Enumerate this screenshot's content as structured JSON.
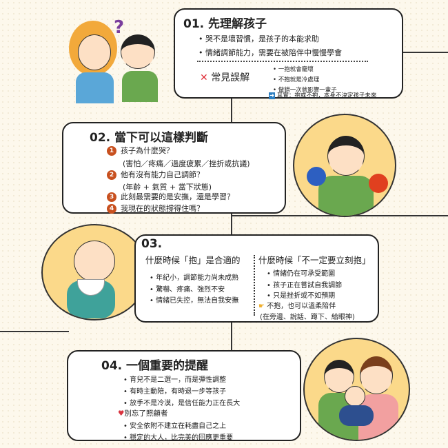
{
  "s1": {
    "title": "01. 先理解孩子",
    "points": [
      "哭不是壞習慣，是孩子的本能求助",
      "情緒調節能力，需要在被陪伴中慢慢學會"
    ],
    "myth_label": "常見誤解",
    "myths": [
      "一抱就會寵壞",
      "不抱就是冷處理",
      "做錯一次就影響一輩子"
    ],
    "truth": "其實：抱或不抱，本身不決定孩子未來"
  },
  "s2": {
    "title": "02. 當下可以這樣判斷",
    "items": [
      {
        "n": "1",
        "q": "孩子為什麼哭？",
        "sub": "(害怕／疼痛／過度疲累／挫折或抗議)"
      },
      {
        "n": "2",
        "q": "他有沒有能力自己調節？",
        "sub": "(年齡 + 氣質 + 當下狀態)"
      },
      {
        "n": "3",
        "q": "此刻最需要的是安撫，還是學習？"
      },
      {
        "n": "4",
        "q": "我現在的狀態撐得住嗎？"
      }
    ]
  },
  "s3": {
    "title": "03.",
    "left_head": "什麼時候「抱」是合適的",
    "left": [
      "年紀小，調節能力尚未成熟",
      "驚嚇、疼痛、強烈不安",
      "情緒已失控，無法自我安撫"
    ],
    "right_head": "什麼時候「不一定要立刻抱」",
    "right": [
      "情緒仍在可承受範圍",
      "孩子正在嘗試自我調節",
      "只是挫折或不如預期"
    ],
    "tip": "不抱，也可以溫柔陪伴",
    "tip_sub": "(在旁邊、說話、蹲下、給眼神)"
  },
  "s4": {
    "title": "04.  一個重要的提醒",
    "points": [
      "育兒不是二選一，而是彈性調整",
      "有時主動陪，有時退一步等孩子",
      "放手不是冷漠，是信任能力正在長大"
    ],
    "care_head": "別忘了照顧者",
    "care": [
      "安全依附不建立在耗盡自己之上",
      "穩定的大人，比完美的回應更重要"
    ]
  },
  "colors": {
    "accent": "#c8501f",
    "circle": "#fbd98a",
    "cross": "#e0303a",
    "heart": "#d9333f"
  }
}
